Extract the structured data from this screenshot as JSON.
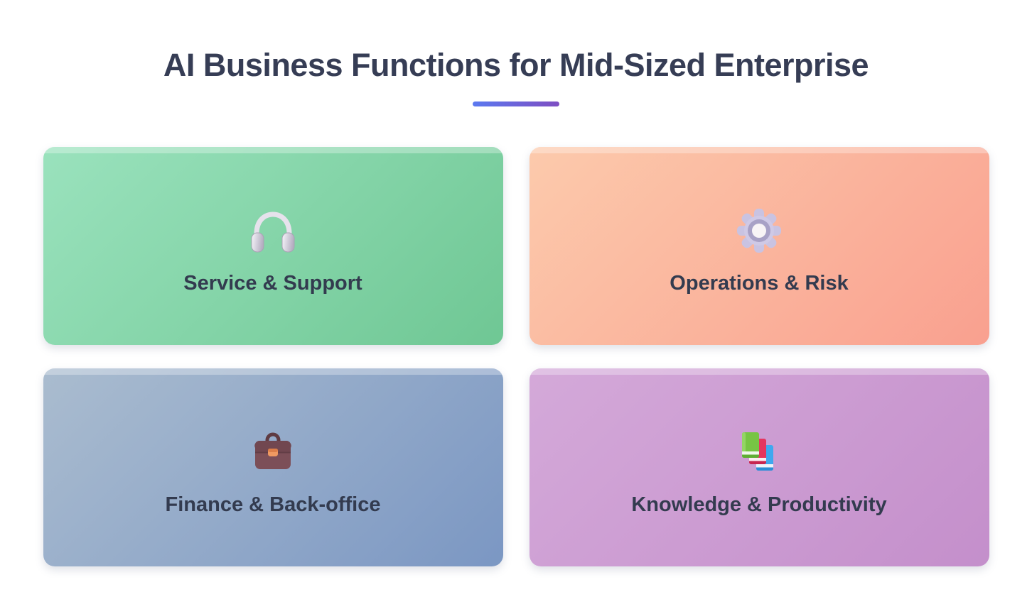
{
  "page": {
    "title": "AI Business Functions for Mid-Sized Enterprise",
    "background": "#ffffff",
    "title_color": "#363d55",
    "accent_gradient": [
      "#5b79f0",
      "#7e4ec2"
    ]
  },
  "cards": [
    {
      "label": "Service & Support",
      "icon": "headphones-icon",
      "gradient": [
        "#9ae2bd",
        "#6fc794"
      ]
    },
    {
      "label": "Operations & Risk",
      "icon": "gear-icon",
      "gradient": [
        "#fccaac",
        "#f9a08f"
      ]
    },
    {
      "label": "Finance & Back-office",
      "icon": "briefcase-icon",
      "gradient": [
        "#aabccf",
        "#7b97c3"
      ]
    },
    {
      "label": "Knowledge & Productivity",
      "icon": "books-icon",
      "gradient": [
        "#d4a9d9",
        "#c48fcb"
      ]
    }
  ]
}
